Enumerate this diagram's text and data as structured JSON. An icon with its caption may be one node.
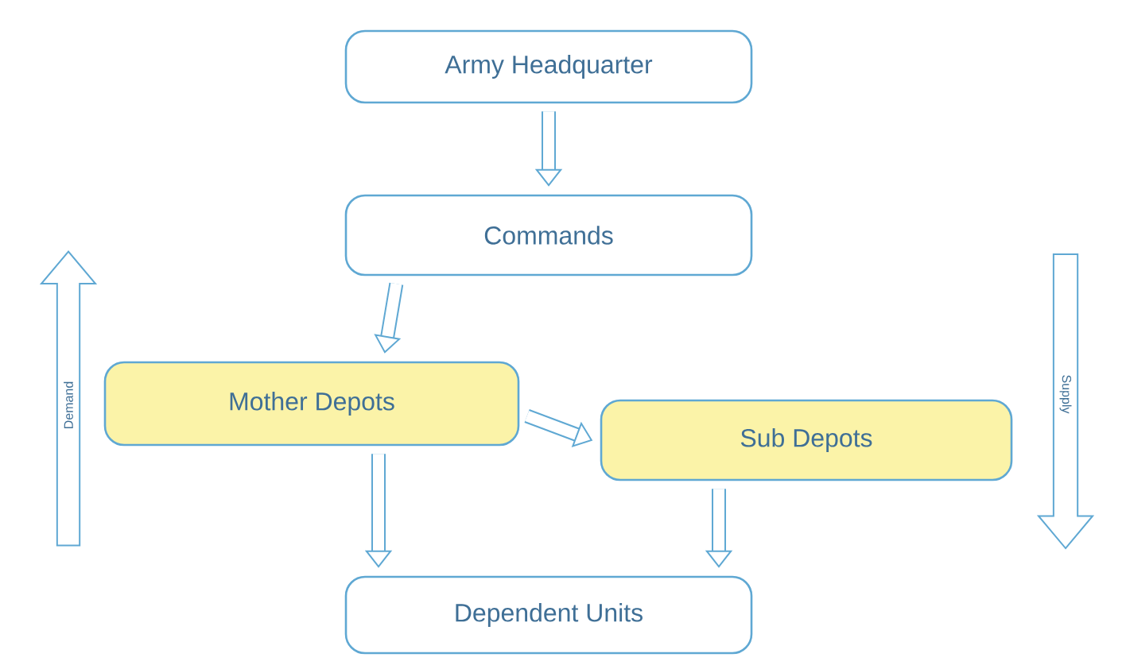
{
  "diagram": {
    "nodes": [
      {
        "text": [
          "Army Headquarter"
        ]
      },
      {
        "text": [
          "Commands"
        ]
      },
      {
        "text": [
          "Mother Depots"
        ]
      },
      {
        "text": [
          "Sub Depots"
        ]
      },
      {
        "text": [
          "Dependent Units"
        ]
      },
      {
        "text": [
          "Demand"
        ]
      },
      {
        "text": [
          "Supply"
        ]
      }
    ],
    "edges": [
      {
        "from": 0,
        "to": 1,
        "arrow": "to"
      },
      {
        "from": 1,
        "to": 2,
        "arrow": "to"
      },
      {
        "from": 2,
        "to": 3,
        "arrow": "to"
      },
      {
        "from": 2,
        "to": 4,
        "arrow": "to"
      },
      {
        "from": 3,
        "to": 4,
        "arrow": "to"
      }
    ]
  }
}
